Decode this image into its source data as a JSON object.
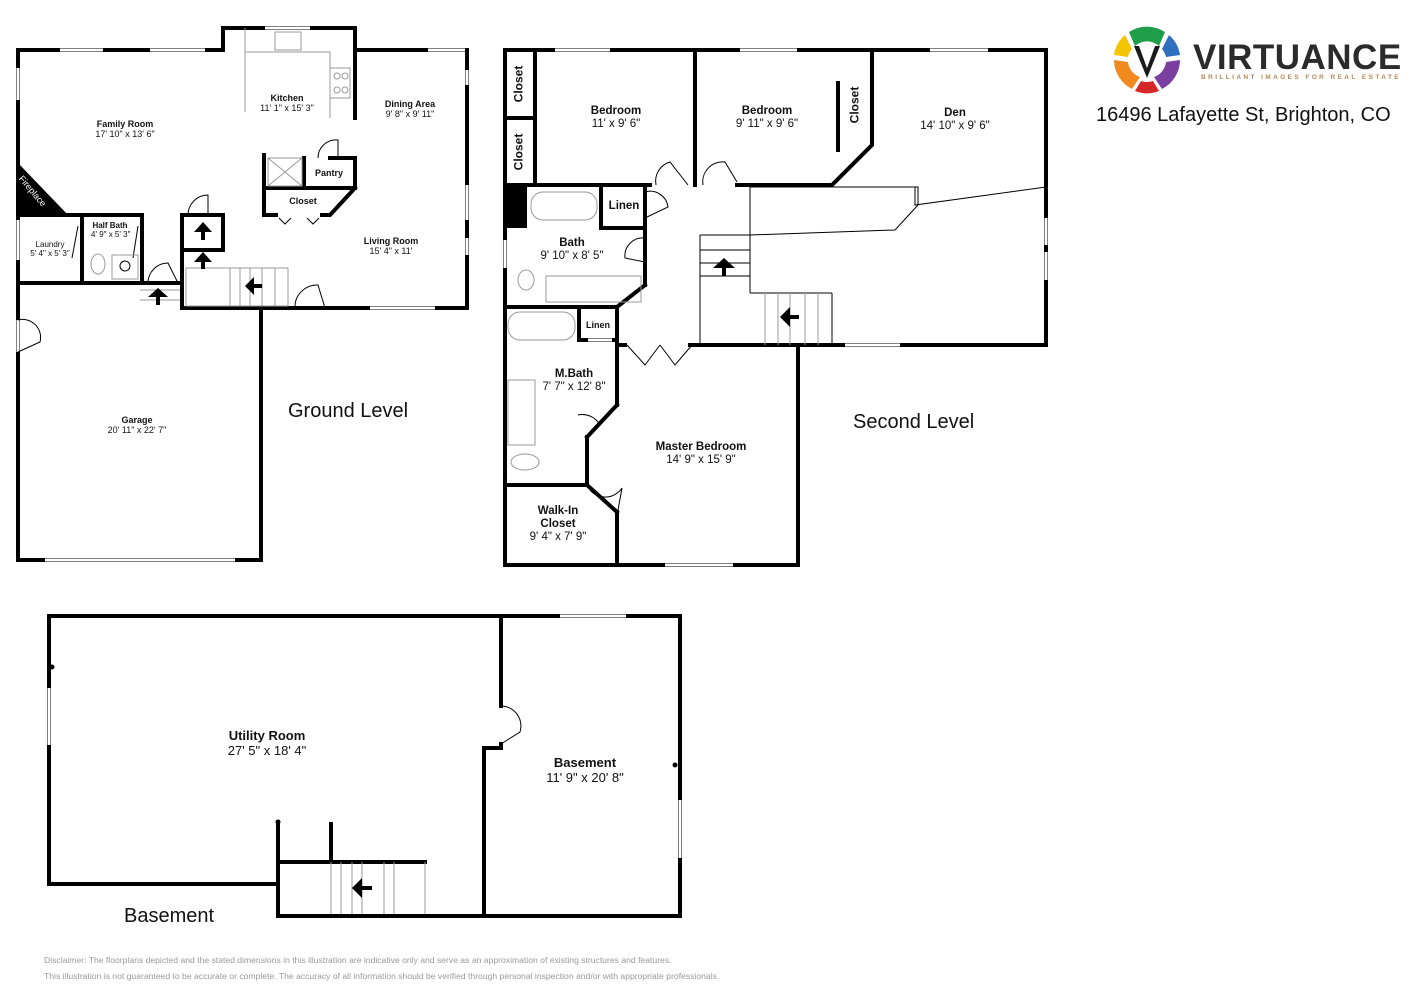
{
  "brand": {
    "name": "VIRTUANCE",
    "tagline": "BRILLIANT IMAGES FOR REAL ESTATE",
    "logo_colors": [
      "#1e9e48",
      "#2e6fbf",
      "#7a3fa0",
      "#d62828",
      "#f08a1e",
      "#f5c400"
    ]
  },
  "address": "16496 Lafayette St, Brighton, CO",
  "levels": {
    "ground": {
      "title": "Ground Level",
      "rooms": [
        {
          "name": "Family Room",
          "dims": "17' 10\" x 13' 6\""
        },
        {
          "name": "Kitchen",
          "dims": "11' 1\" x 15' 3\""
        },
        {
          "name": "Dining Area",
          "dims": "9' 8\" x 9' 11\""
        },
        {
          "name": "Pantry",
          "dims": ""
        },
        {
          "name": "Closet",
          "dims": ""
        },
        {
          "name": "Living Room",
          "dims": "15' 4\" x 11'"
        },
        {
          "name": "Laundry",
          "dims": "5' 4\" x 5' 3\""
        },
        {
          "name": "Half Bath",
          "dims": "4' 9\" x 5' 3\""
        },
        {
          "name": "Fireplace",
          "dims": ""
        },
        {
          "name": "Garage",
          "dims": "20' 11\" x 22' 7\""
        }
      ]
    },
    "second": {
      "title": "Second Level",
      "rooms": [
        {
          "name": "Closet",
          "dims": ""
        },
        {
          "name": "Closet",
          "dims": ""
        },
        {
          "name": "Bedroom",
          "dims": "11' x 9' 6\""
        },
        {
          "name": "Bedroom",
          "dims": "9' 11\" x 9' 6\""
        },
        {
          "name": "Closet",
          "dims": ""
        },
        {
          "name": "Den",
          "dims": "14' 10\" x 9' 6\""
        },
        {
          "name": "Linen",
          "dims": ""
        },
        {
          "name": "Bath",
          "dims": "9' 10\" x 8' 5\""
        },
        {
          "name": "Linen",
          "dims": ""
        },
        {
          "name": "M.Bath",
          "dims": "7' 7\" x 12' 8\""
        },
        {
          "name": "Master Bedroom",
          "dims": "14' 9\" x 15' 9\""
        },
        {
          "name": "Walk-In Closet",
          "dims": "9' 4\" x 7' 9\""
        }
      ]
    },
    "basement": {
      "title": "Basement",
      "rooms": [
        {
          "name": "Utility Room",
          "dims": "27' 5\" x 18' 4\""
        },
        {
          "name": "Basement",
          "dims": "11' 9\" x 20' 8\""
        }
      ]
    }
  },
  "disclaimer": {
    "line1": "Disclaimer: The floorplans depicted and the stated dimensions in this illustration are indicative only and serve as an approximation of existing structures and features.",
    "line2": "This illustration is not guaranteed to be accurate or complete. The accuracy of all information should be verified through personal inspection and/or with appropriate professionals."
  }
}
